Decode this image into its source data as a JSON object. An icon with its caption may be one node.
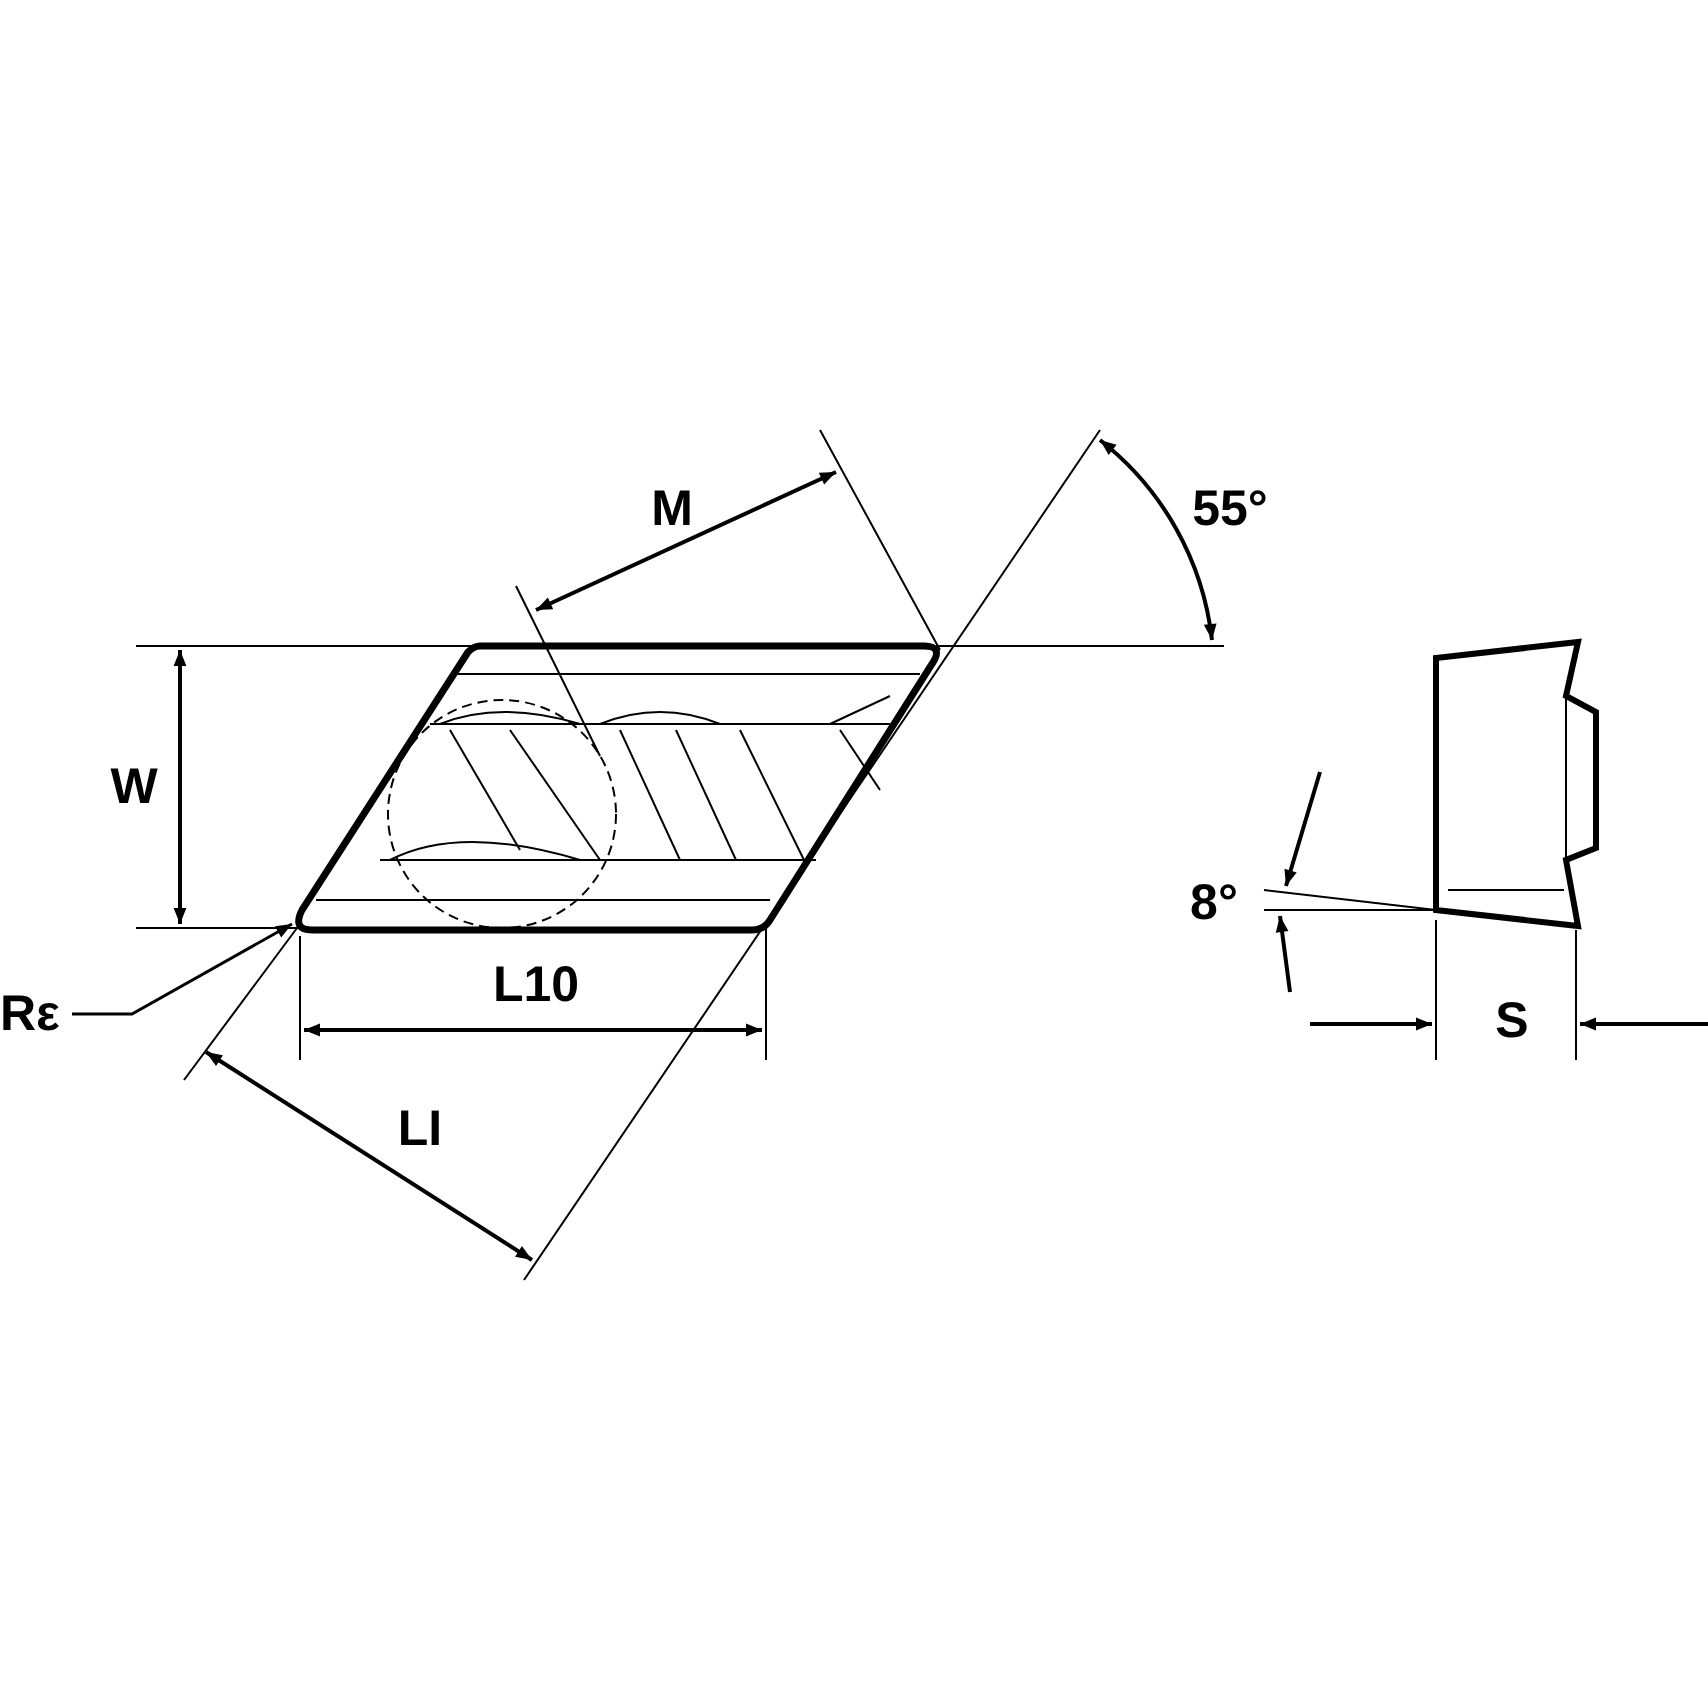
{
  "diagram": {
    "nodes": [
      {
        "text": [
          "Rε"
        ]
      },
      {
        "text": [],
        "shape": "picture"
      }
    ],
    "edges": [
      {
        "from": 0,
        "to": 1,
        "arrow": "to"
      }
    ],
    "labels": [
      "M",
      "55°",
      "W",
      "L10",
      "LI",
      "8°",
      "S"
    ]
  }
}
